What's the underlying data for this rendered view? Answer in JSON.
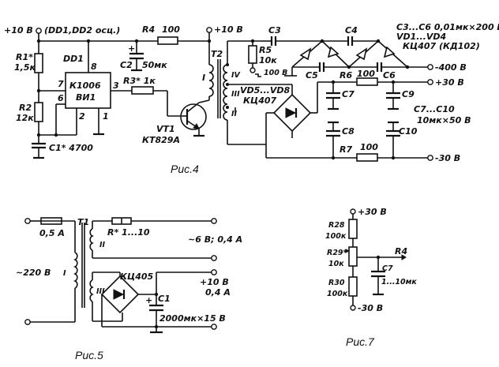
{
  "figures": {
    "fig4": {
      "caption": "Рис.4",
      "supply_left": "+10 В",
      "supply_left_note": "(DD1,DD2 осц.)",
      "supply_right": "+10 В",
      "R1_name": "R1*",
      "R1_value": "1,5к",
      "R2_name": "R2",
      "R2_value": "12к",
      "C1_label": "С1* 4700",
      "DD1_name": "DD1",
      "DD1_type_line1": "К1006",
      "DD1_type_line2": "ВИ1",
      "pin7": "7",
      "pin6": "6",
      "pin8": "8",
      "pin3": "3",
      "pin2": "2",
      "pin1": "1",
      "R3_label": "R3* 1к",
      "R4_name": "R4",
      "R4_value": "100",
      "C2_name": "С2",
      "C2_value": "50мк",
      "C2_plus": "+",
      "VT1_name": "VT1",
      "VT1_type": "КТ829А",
      "T2_name": "Т2",
      "winding_I": "I",
      "winding_IV": "IV",
      "winding_III": "III",
      "winding_II": "II",
      "R5_name": "R5",
      "R5_value": "10к",
      "R5_voltage": "100 В",
      "C3_name": "С3",
      "C4_name": "С4",
      "C5_name": "С5",
      "C6_name": "С6",
      "R6_name": "R6",
      "R6_value": "100",
      "R7_name": "R7",
      "R7_value": "100",
      "C7_name": "С7",
      "C8_name": "С8",
      "C9_name": "С9",
      "C10_name": "С10",
      "bridge_name": "VD5...VD8",
      "bridge_type": "КЦ407",
      "note_c3c6": "С3...С6 0,01мк×200 В",
      "note_vd1": "VD1...VD4",
      "note_vd1_type": "КЦ407 (КД102)",
      "note_c7c10_line1": "С7...С10",
      "note_c7c10_line2": "10мк×50 В",
      "out_minus400": "-400 В",
      "out_plus30": "+30 В",
      "out_minus30": "-30 В"
    },
    "fig5": {
      "caption": "Рис.5",
      "fuse": "0,5 А",
      "mains": "~220 В",
      "T1_name": "Т1",
      "winding_I": "I",
      "winding_II": "II",
      "winding_III": "III",
      "R_label": "R* 1...10",
      "out_ac": "~6 В; 0,4 А",
      "bridge_type": "КЦ405",
      "C1_name": "С1",
      "C1_value": "2000мк×15 В",
      "C1_plus": "+",
      "out_dc_line1": "+10 В",
      "out_dc_line2": "0,4 А"
    },
    "fig7": {
      "caption": "Рис.7",
      "top": "+30 В",
      "bottom": "-30 В",
      "R28_name": "R28",
      "R28_value": "100к",
      "R29_name": "R29*",
      "R29_value": "10к",
      "R30_name": "R30",
      "R30_value": "100к",
      "C7_name": "С7",
      "C7_value": "1...10мк",
      "to_R4": "R4"
    }
  }
}
